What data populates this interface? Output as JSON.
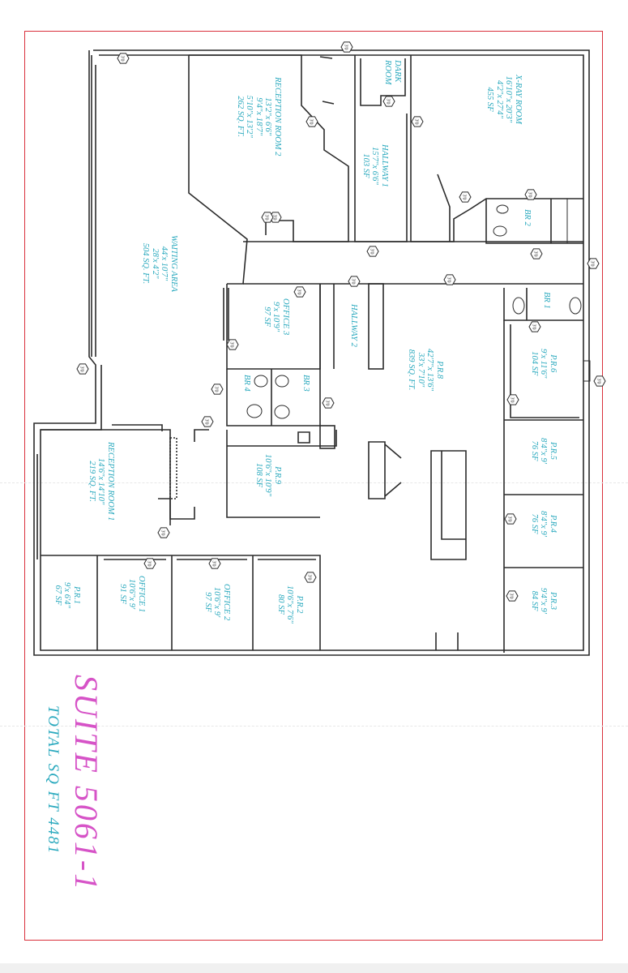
{
  "plan": {
    "suite_title": "SUITE 5061-1",
    "total": "TOTAL SQ FT 4481",
    "door_tag": "3'0",
    "accent_color": "#2aa9be",
    "title_color": "#d653c7",
    "border_color": "#d9303b",
    "wall_color": "#2b2b2b"
  },
  "rooms": [
    {
      "name": "X-RAY ROOM",
      "lines": [
        "16'10\"x 20'3\"",
        "4'2\"x 27'4\"",
        "455 SF"
      ]
    },
    {
      "name": "DARK",
      "lines": [
        "ROOM"
      ]
    },
    {
      "name": "HALLWAY 1",
      "lines": [
        "15'7\"x 6'6\"",
        "103 SF"
      ]
    },
    {
      "name": "RECEPTION ROOM 2",
      "lines": [
        "13'2\"x 6'6\"",
        "9'4\"x 18'7\"",
        "5'10\"x 13'2\"",
        "262 SQ. FT."
      ]
    },
    {
      "name": "WAITING AREA",
      "lines": [
        "44'x 10'7\"",
        "28'x 4'2\"",
        "504 SQ. FT."
      ]
    },
    {
      "name": "BR 2",
      "lines": []
    },
    {
      "name": "BR 1",
      "lines": []
    },
    {
      "name": "P.R.6",
      "lines": [
        "9'x 11'6\"",
        "104 SF"
      ]
    },
    {
      "name": "P.R.8",
      "lines": [
        "42'7\"x 13'6\"",
        "33'x 7'10\"",
        "839 SQ. FT."
      ]
    },
    {
      "name": "HALLWAY 2",
      "lines": []
    },
    {
      "name": "OFFICE 3",
      "lines": [
        "9'x 10'9\"",
        "97 SF"
      ]
    },
    {
      "name": "BR 3",
      "lines": []
    },
    {
      "name": "BR 4",
      "lines": []
    },
    {
      "name": "P.R.9",
      "lines": [
        "10'6\"x 10'9\"",
        "108 SF"
      ]
    },
    {
      "name": "P.R.5",
      "lines": [
        "8'4\"x 9'",
        "76 SF"
      ]
    },
    {
      "name": "P.R.4",
      "lines": [
        "8'4\"x 9'",
        "76 SF"
      ]
    },
    {
      "name": "P.R.3",
      "lines": [
        "9'4\"x 9'",
        "84 SF"
      ]
    },
    {
      "name": "RECEPTION ROOM 1",
      "lines": [
        "14'6\"x 14'10\"",
        "219 SQ. FT."
      ]
    },
    {
      "name": "OFFICE 1",
      "lines": [
        "10'6\"x 9'",
        "91 SF"
      ]
    },
    {
      "name": "OFFICE 2",
      "lines": [
        "10'6\"x 9'",
        "97 SF"
      ]
    },
    {
      "name": "P.R.2",
      "lines": [
        "10'6\"x 7'6\"",
        "80 SF"
      ]
    },
    {
      "name": "P.R.1",
      "lines": [
        "9'x 6'4\"",
        "67 SF"
      ]
    }
  ]
}
